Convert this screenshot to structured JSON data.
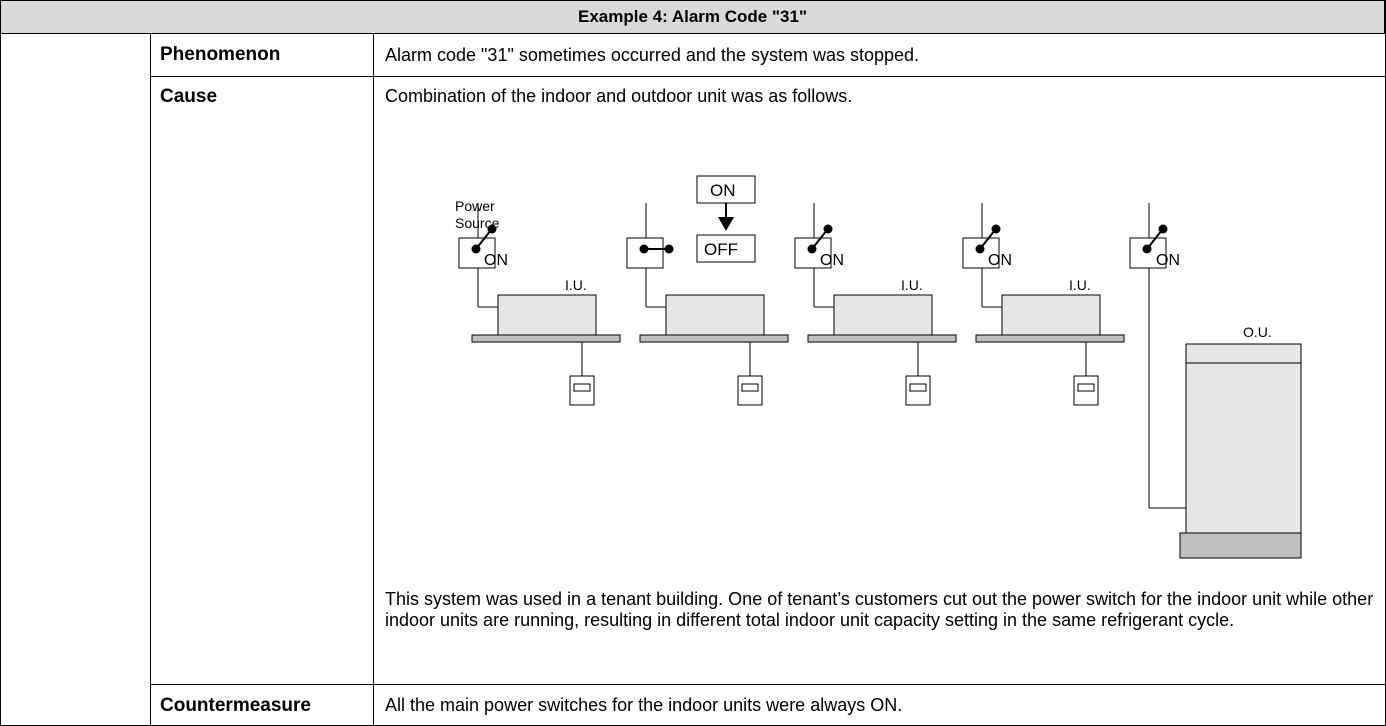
{
  "title": "Example 4: Alarm Code \"31\"",
  "rows": {
    "phenomenon": {
      "label": "Phenomenon",
      "text": "Alarm code \"31\" sometimes occurred and the system was stopped."
    },
    "cause": {
      "label": "Cause",
      "intro": "Combination of the indoor and outdoor unit was as follows.",
      "outro": "This system was used in a tenant building. One of tenant’s customers cut out the power switch for the indoor unit while other indoor units are running, resulting in different total indoor unit capacity setting in the same refrigerant cycle."
    },
    "countermeasure": {
      "label": "Countermeasure",
      "text": "All the main power switches for the indoor units were always ON."
    }
  },
  "diagram": {
    "power_source_line1": "Power",
    "power_source_line2": "Source",
    "switch_on": "ON",
    "switch_off": "OFF",
    "indoor_unit": "I.U.",
    "outdoor_unit": "O.U.",
    "colors": {
      "unit_fill": "#e6e6e6",
      "base_fill": "#bfbfbf",
      "line": "#000000"
    }
  }
}
